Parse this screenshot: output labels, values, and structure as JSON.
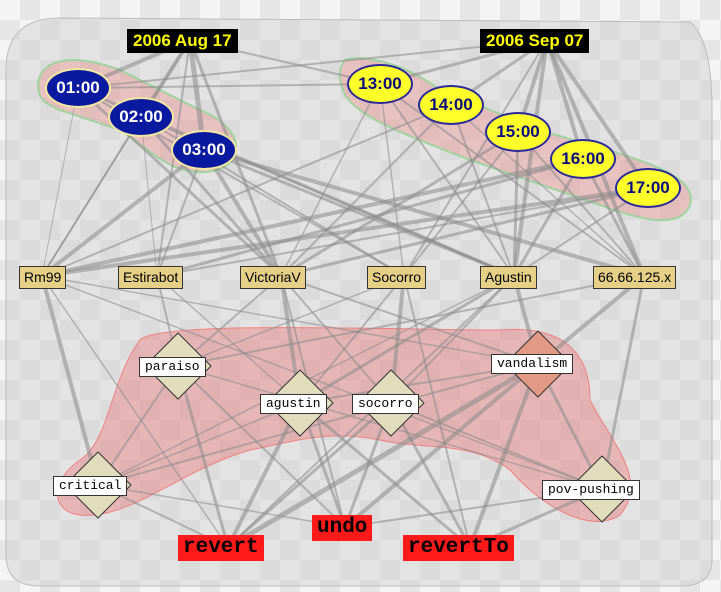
{
  "dates": [
    "2006 Aug 17",
    "2006 Sep 07"
  ],
  "times_aug17": [
    "01:00",
    "02:00",
    "03:00"
  ],
  "times_sep07": [
    "13:00",
    "14:00",
    "15:00",
    "16:00",
    "17:00"
  ],
  "users": [
    "Rm99",
    "Estirabot",
    "VictoriaV",
    "Socorro",
    "Agustin",
    "66.66.125.x"
  ],
  "tags": [
    "paraiso",
    "vandalism",
    "agustin",
    "socorro",
    "critical",
    "pov-pushing"
  ],
  "actions": [
    "undo",
    "revert",
    "revertTo"
  ],
  "colors": {
    "aug17_node_fill": "#0a1aa0",
    "sep07_node_fill": "#ffff2a",
    "user_node_fill": "#e6cf86",
    "tag_diamond_fill": "#e0dcbc",
    "vandalism_diamond_fill": "#e39a85",
    "action_fill": "#ff1a1a",
    "group_highlight": "#f08080"
  }
}
